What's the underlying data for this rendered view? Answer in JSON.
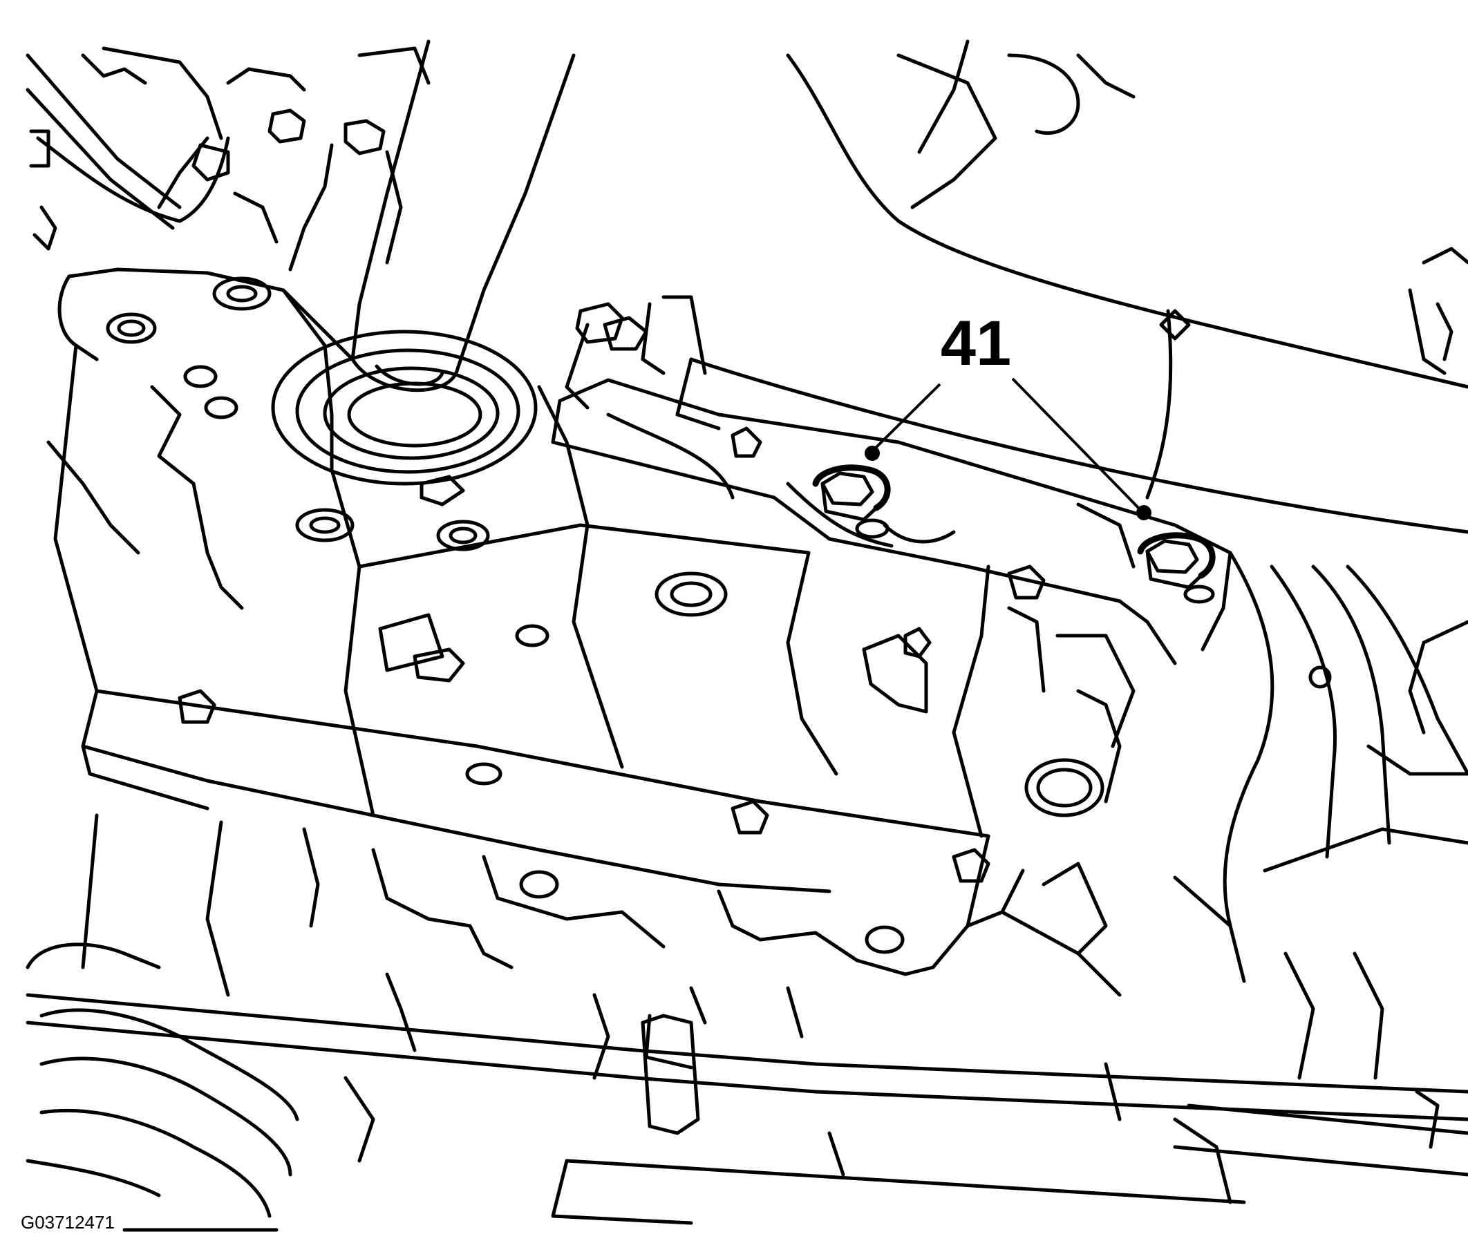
{
  "figure": {
    "callout_label": "41",
    "figure_id": "G03712471",
    "colors": {
      "line": "#000000",
      "background": "#ffffff"
    },
    "callout_targets": [
      "mount-bolt-left",
      "mount-bolt-right"
    ]
  }
}
